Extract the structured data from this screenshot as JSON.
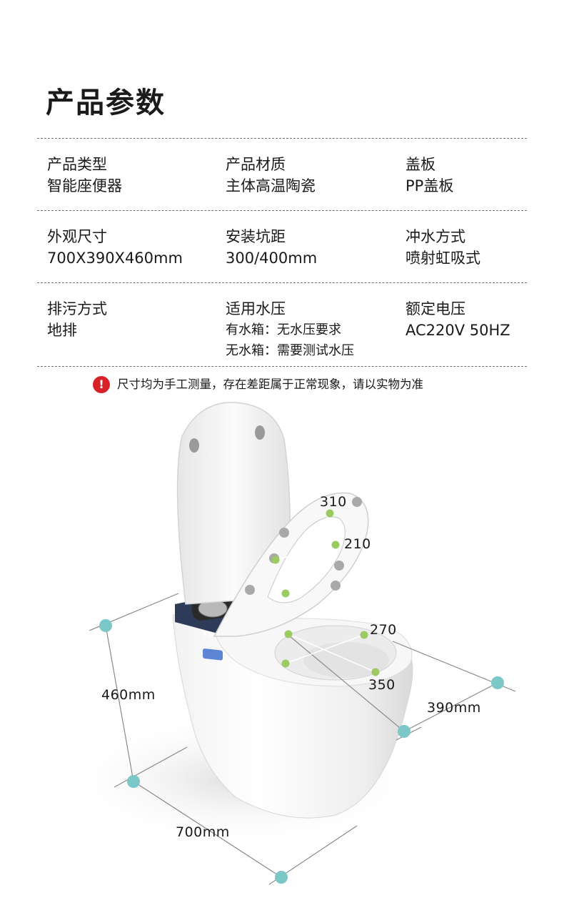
{
  "title": "产品参数",
  "specs": [
    {
      "label": "产品类型",
      "value": "智能座便器"
    },
    {
      "label": "产品材质",
      "value": "主体高温陶瓷"
    },
    {
      "label": "盖板",
      "value": "PP盖板"
    },
    {
      "label": "外观尺寸",
      "value": "700X390X460mm"
    },
    {
      "label": "安装坑距",
      "value": "300/400mm"
    },
    {
      "label": "冲水方式",
      "value": "喷射虹吸式"
    },
    {
      "label": "排污方式",
      "value": "地排"
    },
    {
      "label": "适用水压",
      "value": "有水箱：无水压要求",
      "value2": "无水箱：需要测试水压"
    },
    {
      "label": "额定电压",
      "value": "AC220V 50HZ"
    }
  ],
  "note": {
    "icon": "exclamation-icon",
    "text": "尺寸均为手工测量，存在差距属于正常现象，请以实物为准",
    "color": "#d8222a"
  },
  "dimensions": {
    "seat_a": "310",
    "seat_b": "210",
    "bowl_a": "270",
    "bowl_b": "350",
    "height": "460mm",
    "width": "390mm",
    "length": "700mm"
  },
  "colors": {
    "marker_teal": "#7cc7c7",
    "marker_green": "#9ccb62",
    "panel_blue": "#3d5fa8"
  }
}
